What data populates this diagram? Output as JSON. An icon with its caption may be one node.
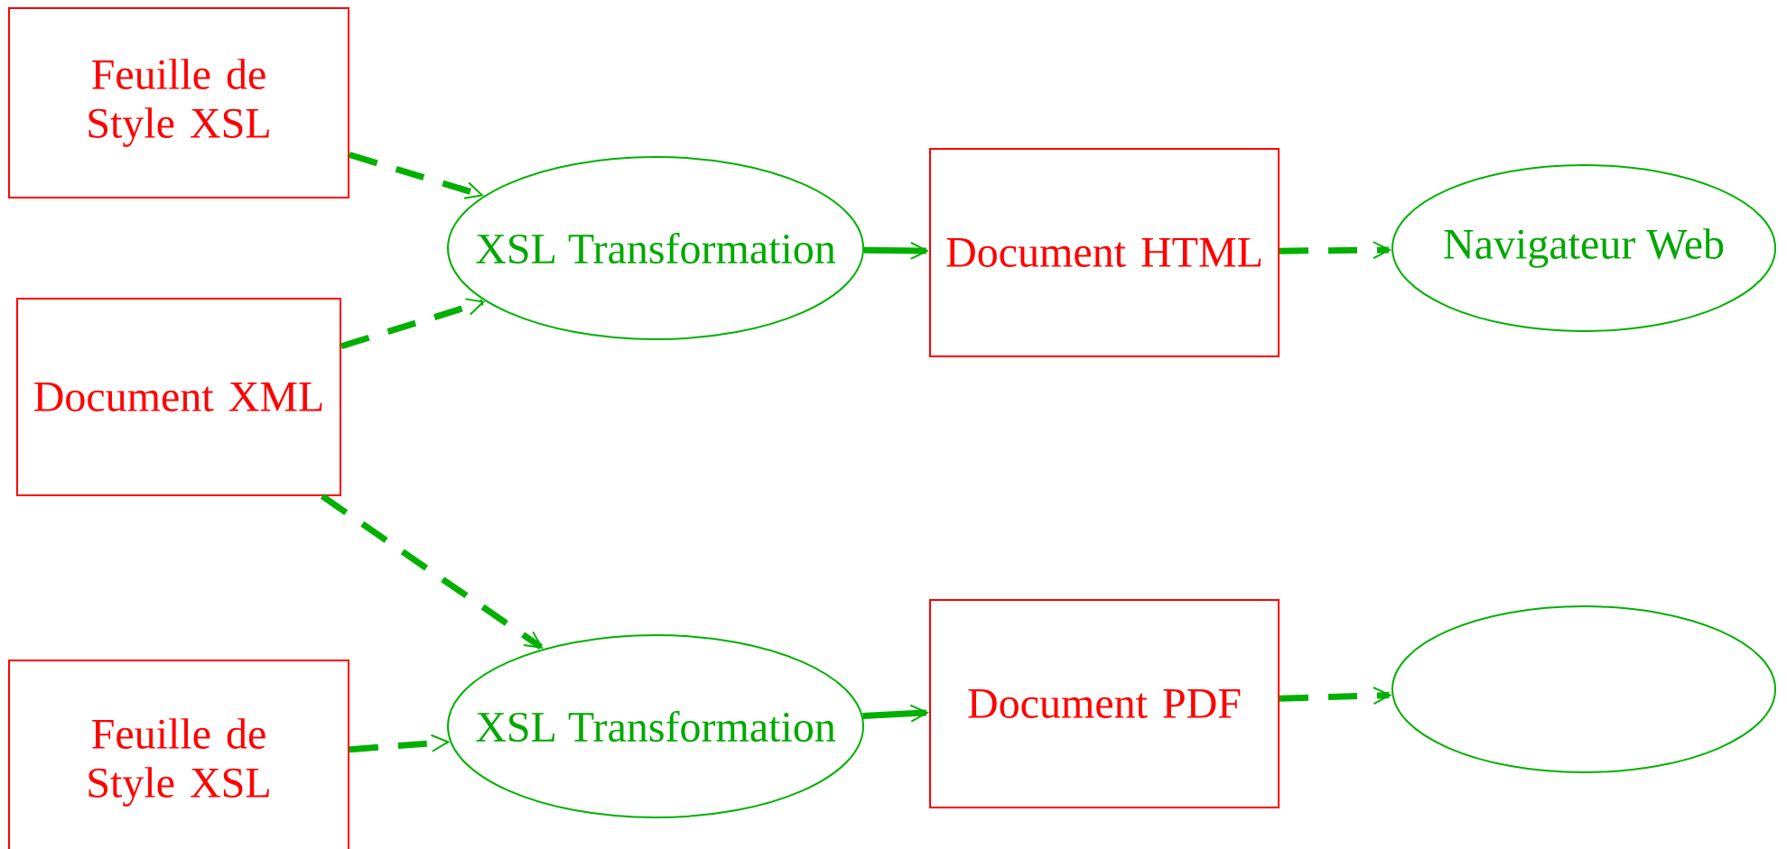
{
  "diagram": {
    "nodes": [
      {
        "text": [
          "Feuille de Style XSL"
        ]
      },
      {
        "text": [
          "Document XML"
        ]
      },
      {
        "text": [
          "Feuille de Style XSL"
        ]
      },
      {
        "text": [
          "XSL Transformation"
        ]
      },
      {
        "text": [
          "XSL Transformation"
        ]
      },
      {
        "text": [
          "Document HTML"
        ]
      },
      {
        "text": [
          "Document PDF"
        ]
      },
      {
        "text": [
          "Navigateur Web"
        ]
      },
      {
        "text": [],
        "shape": "ellipse"
      }
    ],
    "edges": [
      {
        "from": 0,
        "to": 3,
        "arrow": "to",
        "style": "dashed"
      },
      {
        "from": 1,
        "to": 3,
        "arrow": "to",
        "style": "dashed"
      },
      {
        "from": 1,
        "to": 4,
        "arrow": "to",
        "style": "dashed"
      },
      {
        "from": 2,
        "to": 4,
        "arrow": "to",
        "style": "dashed"
      },
      {
        "from": 3,
        "to": 5,
        "arrow": "to"
      },
      {
        "from": 4,
        "to": 6,
        "arrow": "to"
      },
      {
        "from": 5,
        "to": 7,
        "arrow": "to",
        "style": "dashed"
      },
      {
        "from": 6,
        "to": 8,
        "arrow": "to",
        "style": "dashed"
      }
    ]
  }
}
